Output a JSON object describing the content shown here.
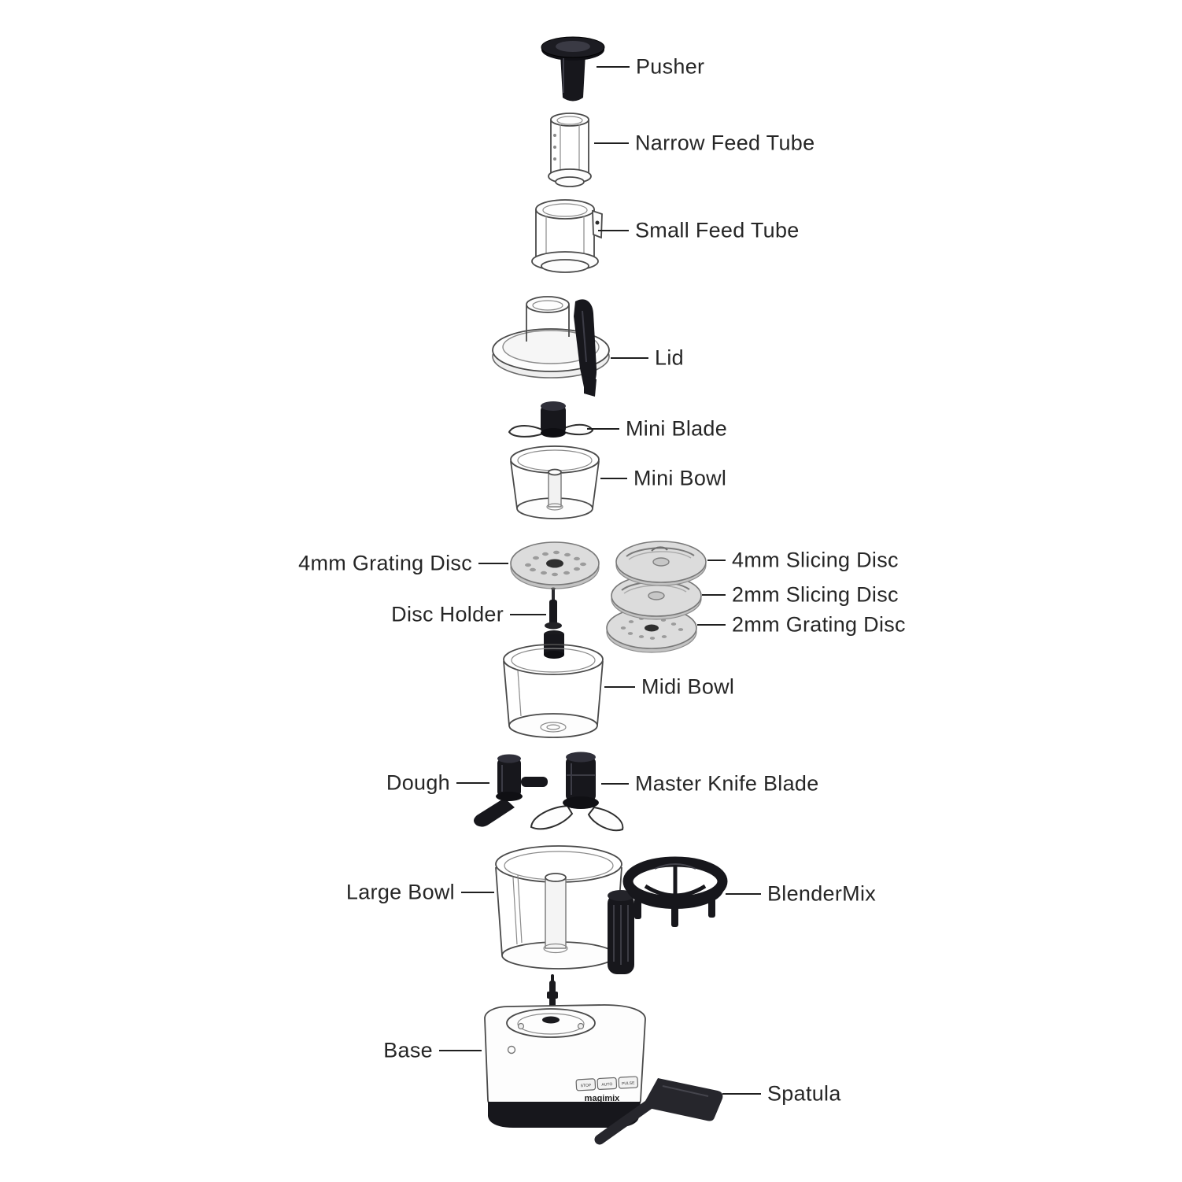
{
  "labels": {
    "pusher": "Pusher",
    "narrow_feed_tube": "Narrow Feed Tube",
    "small_feed_tube": "Small Feed Tube",
    "lid": "Lid",
    "mini_blade": "Mini Blade",
    "mini_bowl": "Mini Bowl",
    "grating_disc_4mm": "4mm Grating Disc",
    "slicing_disc_4mm": "4mm Slicing Disc",
    "slicing_disc_2mm": "2mm Slicing Disc",
    "grating_disc_2mm": "2mm Grating Disc",
    "disc_holder": "Disc Holder",
    "midi_bowl": "Midi Bowl",
    "dough": "Dough",
    "master_knife_blade": "Master Knife Blade",
    "large_bowl": "Large Bowl",
    "blendermix": "BlenderMix",
    "base": "Base",
    "spatula": "Spatula"
  },
  "base_unit": {
    "buttons": [
      "STOP",
      "AUTO",
      "PULSE"
    ],
    "brand": "magimix"
  },
  "colors": {
    "ink": "#1f1f1f",
    "part_black": "#17171c",
    "disc_gray": "#dcdcdc"
  }
}
